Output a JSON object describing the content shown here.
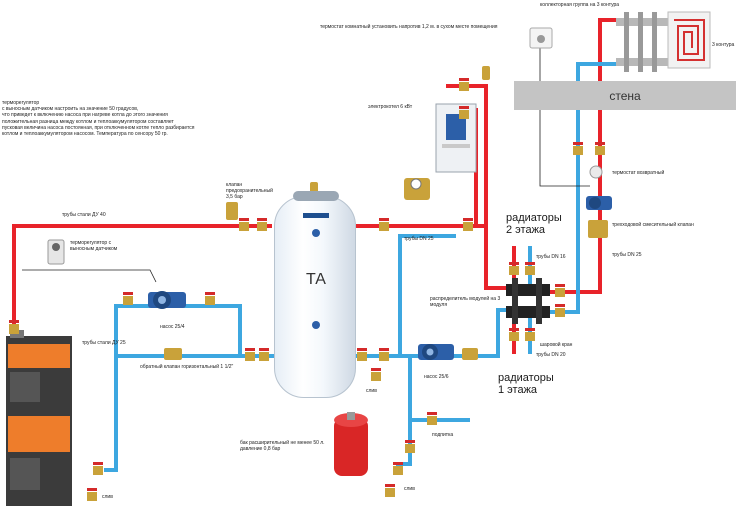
{
  "colors": {
    "hot_pipe": "#e8232a",
    "return_pipe": "#3da7e0",
    "valve_red": "#d42a2a",
    "brass": "#c9a23a",
    "pump_blue": "#2c5fa8",
    "boiler_orange": "#ee7d2b",
    "boiler_dark": "#3b3b3b",
    "wall_gray": "#c4c4c4",
    "expansion_tank_red": "#d92626"
  },
  "icons": [
    "boiler",
    "buffer-tank",
    "circulation-pump",
    "ball-valve",
    "thermostatic-valve",
    "expansion-tank",
    "electric-heater",
    "manifold",
    "floor-heating-coil",
    "room-thermostat",
    "safety-group",
    "check-valve",
    "thermometer",
    "three-way-mixing-valve"
  ],
  "wall": {
    "label": "стена"
  },
  "tank": {
    "label": "ТА"
  },
  "labels": {
    "controller_note": [
      "терморегулятор",
      "с выносным датчиком настроить на значение 50 градусов,",
      "что приведет к включению насоса при нагреве котла до этого значения",
      "положительная разница между котлом и теплоаккумулятором составляет",
      "пусковая величина насоса постоянная, при отключенном котле тепло разбирается",
      "котлом и теплоаккумулятором насосом. Температура по сенсору 50 гр."
    ],
    "room_thermostat": "термостат комнатный установить напротив 1,2 м. в сухом месте помещения",
    "manifold_top": "коллекторная группа на 3 контура",
    "three_circuits": "3 контура",
    "electric_boiler": "электрокотел 6 кВт",
    "safety_valve": "клапан предохранительный 3,5 бар",
    "pipe_du40": "трубы стали ДУ 40",
    "thermostatic_valve": "терморегулятор с выносным датчиком",
    "pump_25_4": "насос 25/4",
    "pipe_du25_left": "трубы стали ДУ 25",
    "check_valve": "обратный клапан горизонтальный 1 1/2\"",
    "pipe_dn25_center": "трубы DN 25",
    "radiators_2": "радиаторы 2 этажа",
    "pipe_dn16": "трубы DN 16",
    "manifold_3": "распределитель модулей на 3 модуля",
    "ball_valve": "шаровой кран",
    "pipe_dn20": "трубы DN 20",
    "radiators_1": "радиаторы 1 этажа",
    "pump_25_6": "насос 25/6",
    "drain_center": "слив",
    "expansion_tank": "бак расширительный не менее 50 л. давление 0,8 бар",
    "feed": "подпитка",
    "drain_bottom": "слив",
    "drain_left": "слив",
    "return_thermostat": "термостат возвратный",
    "mixing_valve": "трехходовой смесительный клапан",
    "pipe_dn25_right": "трубы DN 25"
  }
}
